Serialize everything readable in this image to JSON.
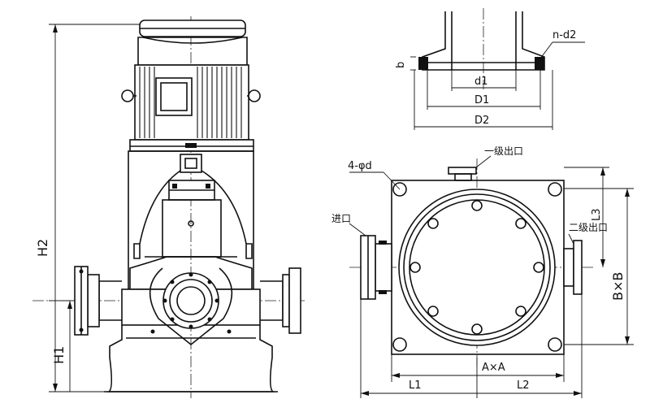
{
  "dimensions": {
    "H2": "H2",
    "H1": "H1",
    "n_d2": "n-d2",
    "b": "b",
    "d1": "d1",
    "D1": "D1",
    "D2": "D2",
    "holes": "4-φd",
    "L3": "L3",
    "BxB": "B×B",
    "AxA": "A×A",
    "L1": "L1",
    "L2": "L2"
  },
  "ports": {
    "outlet_1": "一级出口",
    "outlet_2": "二级出口",
    "inlet": "进口"
  }
}
